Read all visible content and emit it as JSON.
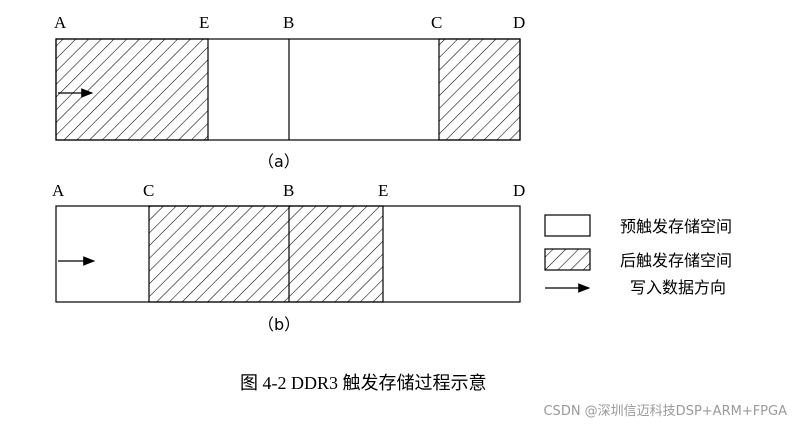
{
  "diagram_a": {
    "labels": {
      "A": "A",
      "E": "E",
      "B": "B",
      "C": "C",
      "D": "D"
    },
    "caption": "（a）"
  },
  "diagram_b": {
    "labels": {
      "A": "A",
      "C": "C",
      "B": "B",
      "E": "E",
      "D": "D"
    },
    "caption": "（b）"
  },
  "legend": {
    "pre_trigger": "预触发存储空间",
    "post_trigger": "后触发存储空间",
    "write_direction": "写入数据方向"
  },
  "figure_caption": "图 4-2 DDR3 触发存储过程示意",
  "watermark": "CSDN @深圳信迈科技DSP+ARM+FPGA"
}
